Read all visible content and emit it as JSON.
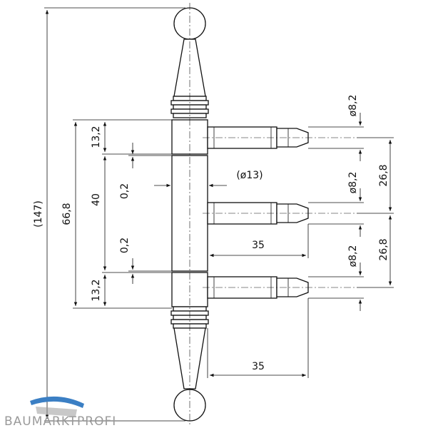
{
  "drawing": {
    "overall_length": "(147)",
    "pin_span": "66,8",
    "upper_collar": "13,2",
    "lower_collar": "13,2",
    "middle_barrel": "40",
    "gap_top": "0,2",
    "gap_bottom": "0,2",
    "barrel_diameter": "(ø13)",
    "pin_diameter_top": "ø8,2",
    "pin_diameter_middle": "ø8,2",
    "pin_diameter_bottom": "ø8,2",
    "pin_spacing_top": "26,8",
    "pin_spacing_bottom": "26,8",
    "pin_length_middle": "35",
    "pin_length_bottom": "35"
  },
  "brand": {
    "name": "BAUMARKTPROFI",
    "accent_color": "#3b7fc4",
    "logo_icon": "roof-logo-icon"
  }
}
